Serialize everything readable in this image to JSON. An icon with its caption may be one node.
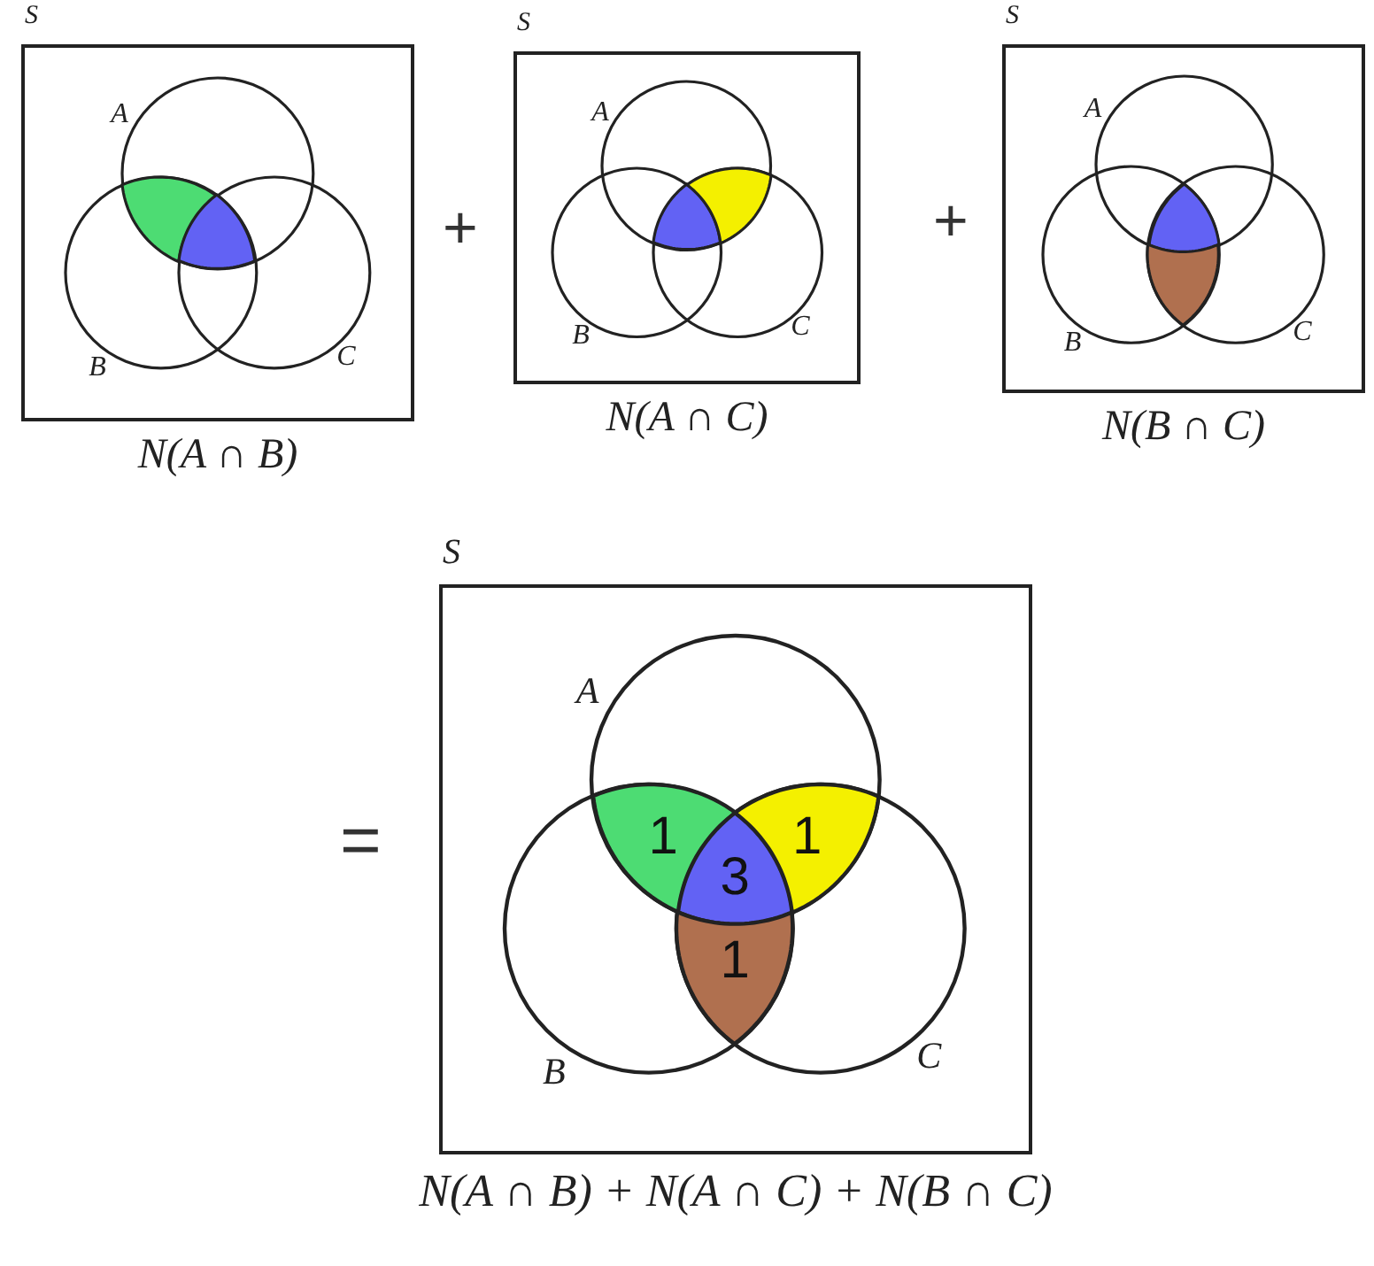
{
  "diagram": {
    "nodes": [
      {
        "text": [
          "S"
        ],
        "beside": [
          "N(A ∩ B)"
        ]
      },
      {
        "text": [
          "A"
        ],
        "in": 0
      },
      {
        "text": [
          "B"
        ],
        "in": 0
      },
      {
        "text": [
          "C"
        ],
        "in": 0
      },
      {
        "text": [],
        "shape": "lens"
      },
      {
        "text": [],
        "shape": "lens"
      },
      {
        "text": [
          "S"
        ],
        "beside": [
          "N(A ∩ C)"
        ]
      },
      {
        "text": [
          "A"
        ],
        "in": 6
      },
      {
        "text": [
          "B"
        ],
        "in": 6
      },
      {
        "text": [
          "C"
        ],
        "in": 6
      },
      {
        "text": [],
        "shape": "lens"
      },
      {
        "text": [],
        "shape": "lens"
      },
      {
        "text": [
          "S"
        ],
        "beside": [
          "N(B ∩ C)"
        ]
      },
      {
        "text": [
          "A"
        ],
        "in": 12
      },
      {
        "text": [
          "B"
        ],
        "in": 12
      },
      {
        "text": [
          "C"
        ],
        "in": 12
      },
      {
        "text": [],
        "shape": "lens"
      },
      {
        "text": [],
        "shape": "lens"
      },
      {
        "text": [
          "S"
        ],
        "beside": [
          "N(A ∩ B) + N(A ∩ C) + N(B ∩ C)"
        ]
      },
      {
        "text": [
          "A"
        ],
        "in": 18
      },
      {
        "text": [
          "B"
        ],
        "in": 18
      },
      {
        "text": [
          "C"
        ],
        "in": 18
      },
      {
        "text": [
          "1"
        ]
      },
      {
        "text": [
          "3"
        ]
      },
      {
        "text": [
          "1"
        ]
      },
      {
        "text": [
          "1"
        ]
      }
    ],
    "edges": [],
    "labels": [
      "+",
      "+",
      "="
    ]
  }
}
